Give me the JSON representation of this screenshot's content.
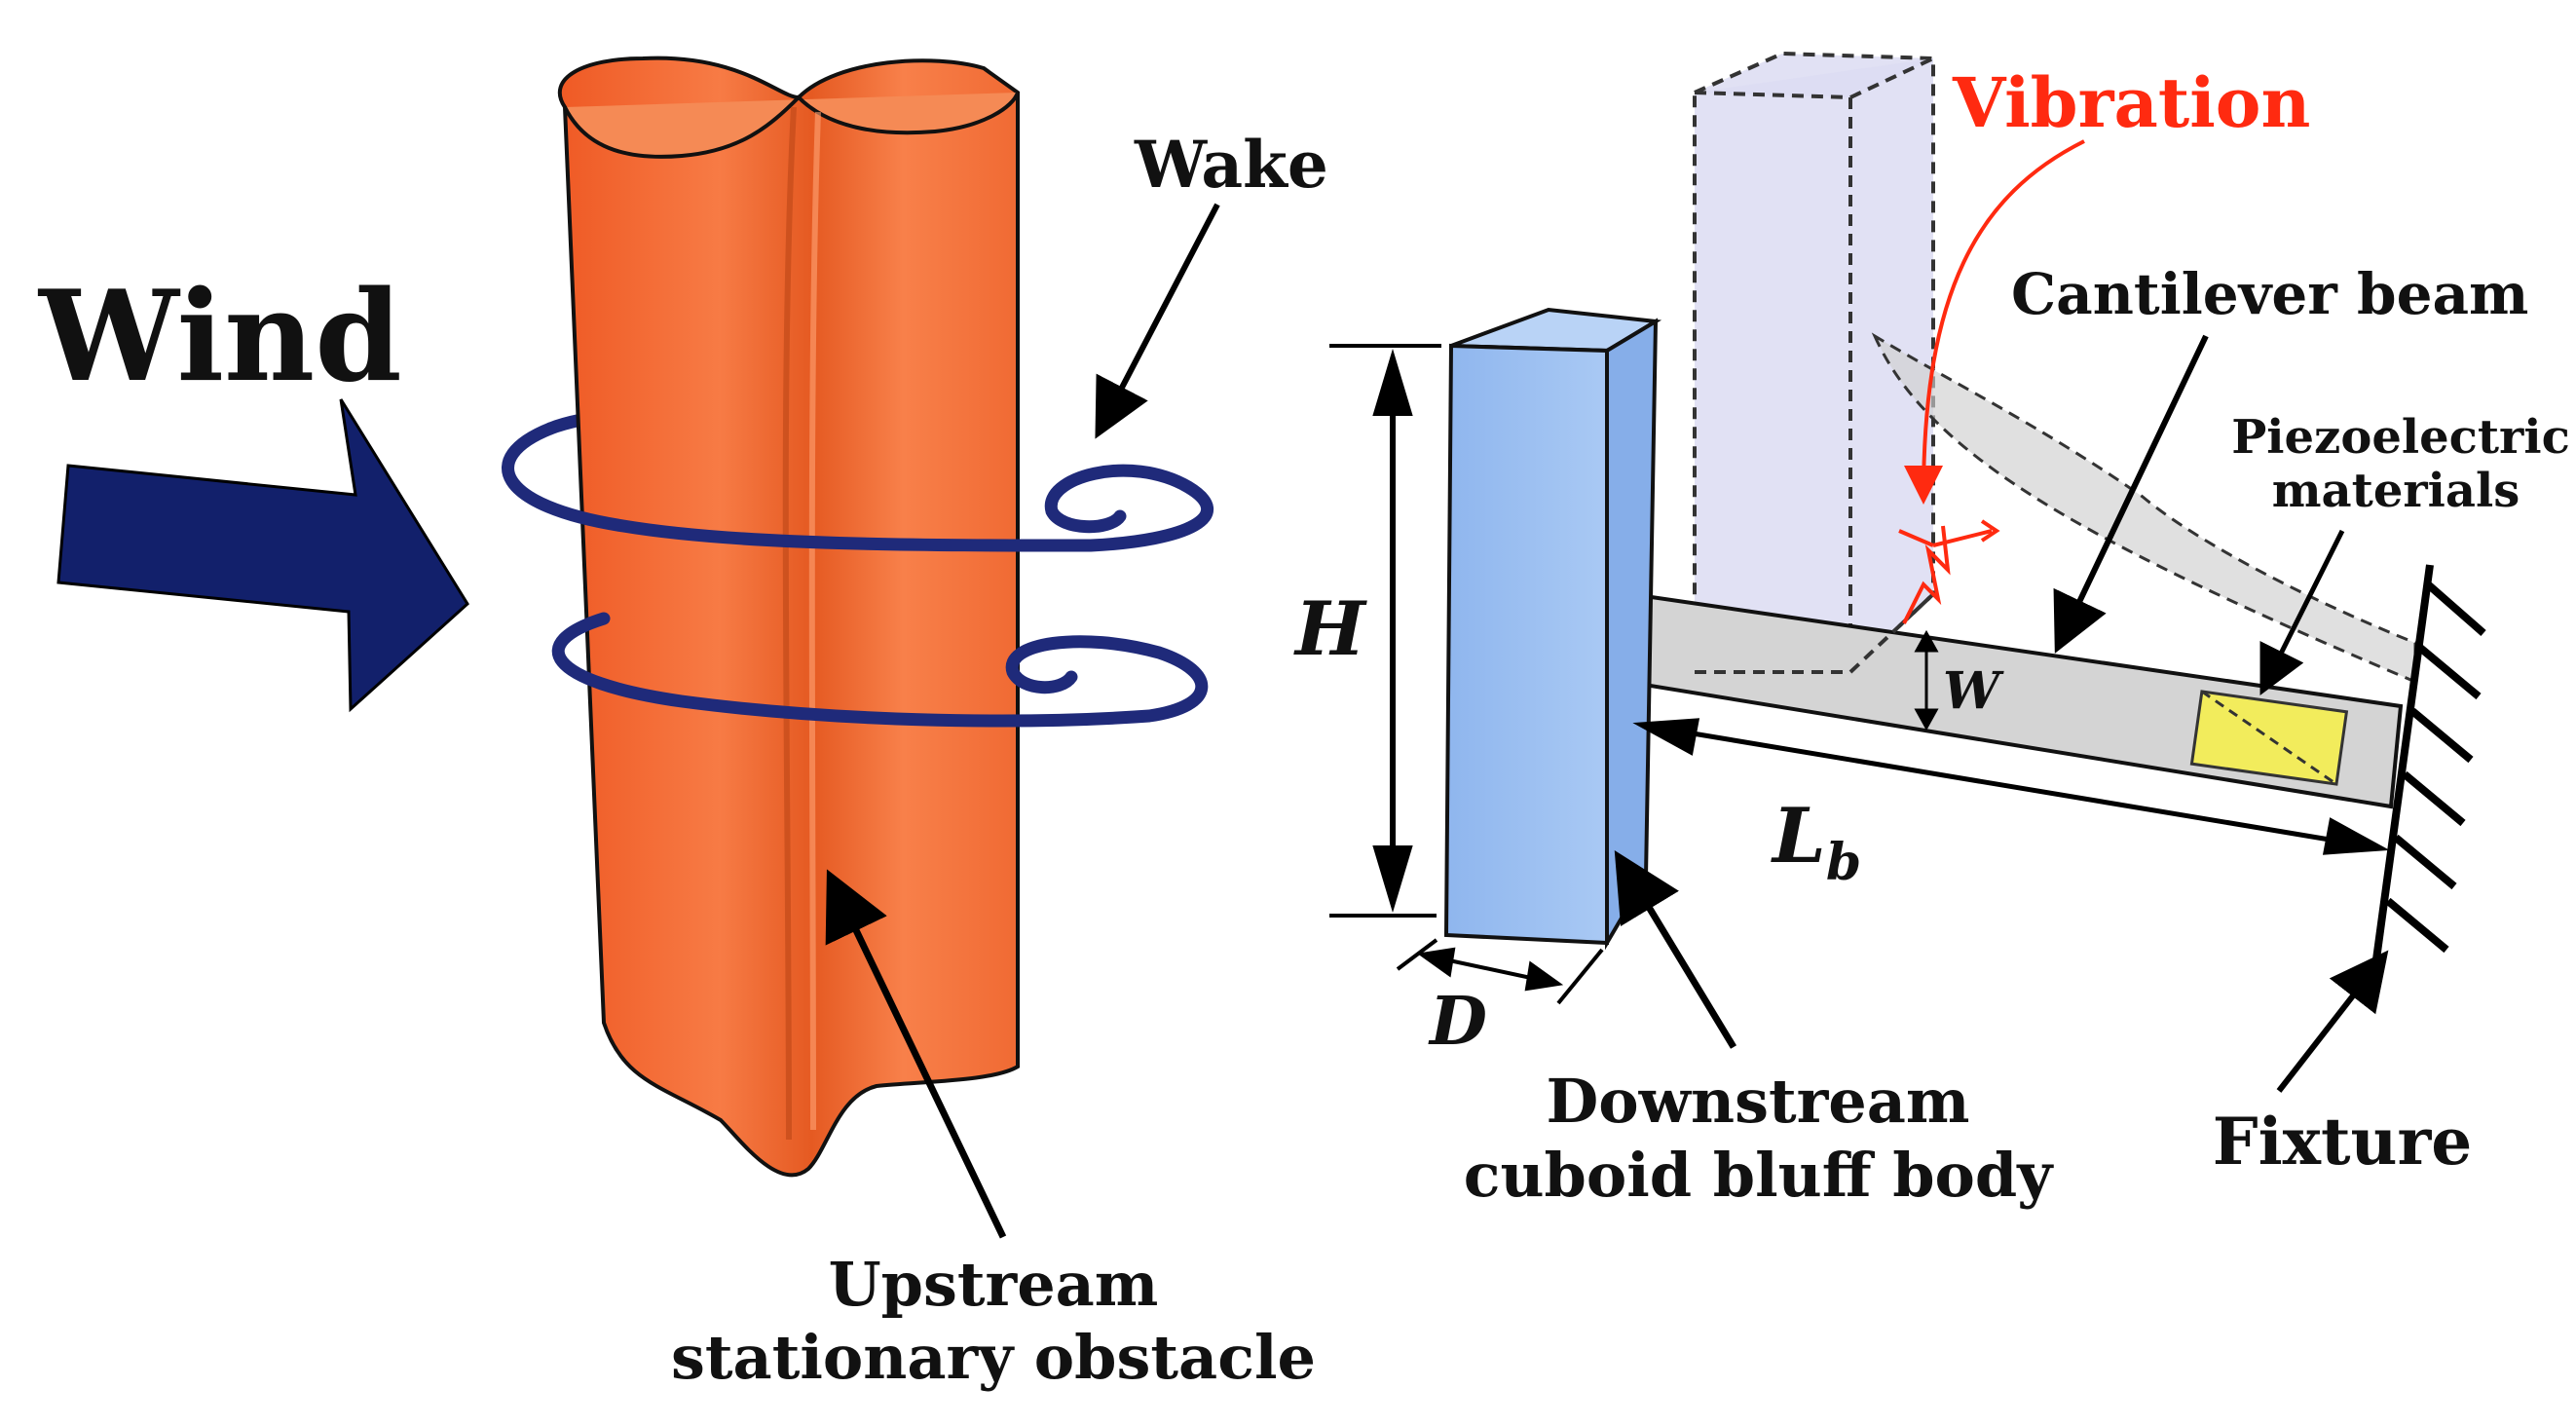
{
  "labels": {
    "wind": "Wind",
    "wake": "Wake",
    "upstream_line1": "Upstream",
    "upstream_line2": "stationary obstacle",
    "vibration": "Vibration",
    "cantilever": "Cantilever beam",
    "piezo_line1": "Piezoelectric",
    "piezo_line2": "materials",
    "height": "H",
    "depth": "D",
    "width": "W",
    "length_main": "L",
    "length_sub": "b",
    "downstream_line1": "Downstream",
    "downstream_line2": "cuboid bluff body",
    "fixture": "Fixture"
  },
  "colors": {
    "obstacle": "#f26a35",
    "wake_vortex": "#1f2a7a",
    "wind_arrow": "#12206b",
    "bluff_body": "#9ec1f0",
    "ghost_body": "#dcdcf2",
    "beam": "#d4d4d4",
    "piezo": "#f2ec5c",
    "vibration": "#ff2a10"
  }
}
